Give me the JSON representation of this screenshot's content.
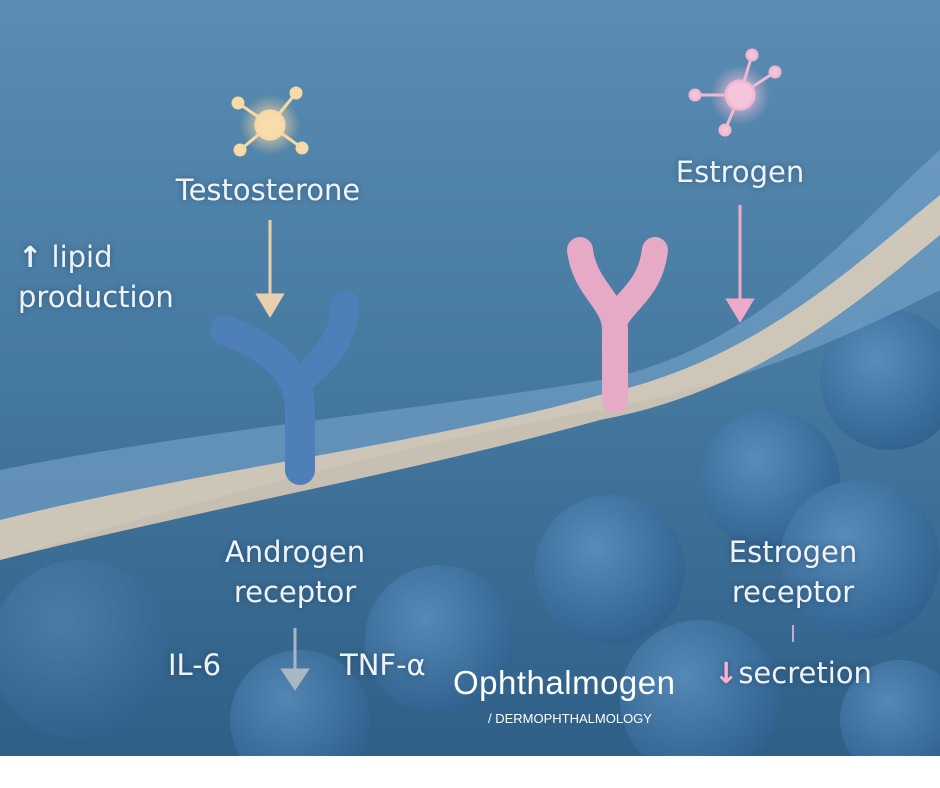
{
  "labels": {
    "testosterone": "Testosterone",
    "estrogen": "Estrogen",
    "lipid_line1": "lipid",
    "lipid_line2": "production",
    "androgen_receptor_line1": "Androgen",
    "androgen_receptor_line2": "receptor",
    "estrogen_receptor_line1": "Estrogen",
    "estrogen_receptor_line2": "receptor",
    "il6": "IL-6",
    "tnf": "TNF-α",
    "secretion": "secretion",
    "up_arrow": "↑",
    "down_arrow": "↓"
  },
  "brand": {
    "name": "Ophthalmogen",
    "tagline": "/ DERMOPHTHALMOLOGY"
  },
  "colors": {
    "background": "#3d6f96",
    "androgen_receptor": "#4f7fb8",
    "estrogen_receptor": "#e6a9c6",
    "membrane": "#e8d3b8",
    "testosterone": "#f6d9a4",
    "estrogen_molecule": "#f2b7d2"
  }
}
